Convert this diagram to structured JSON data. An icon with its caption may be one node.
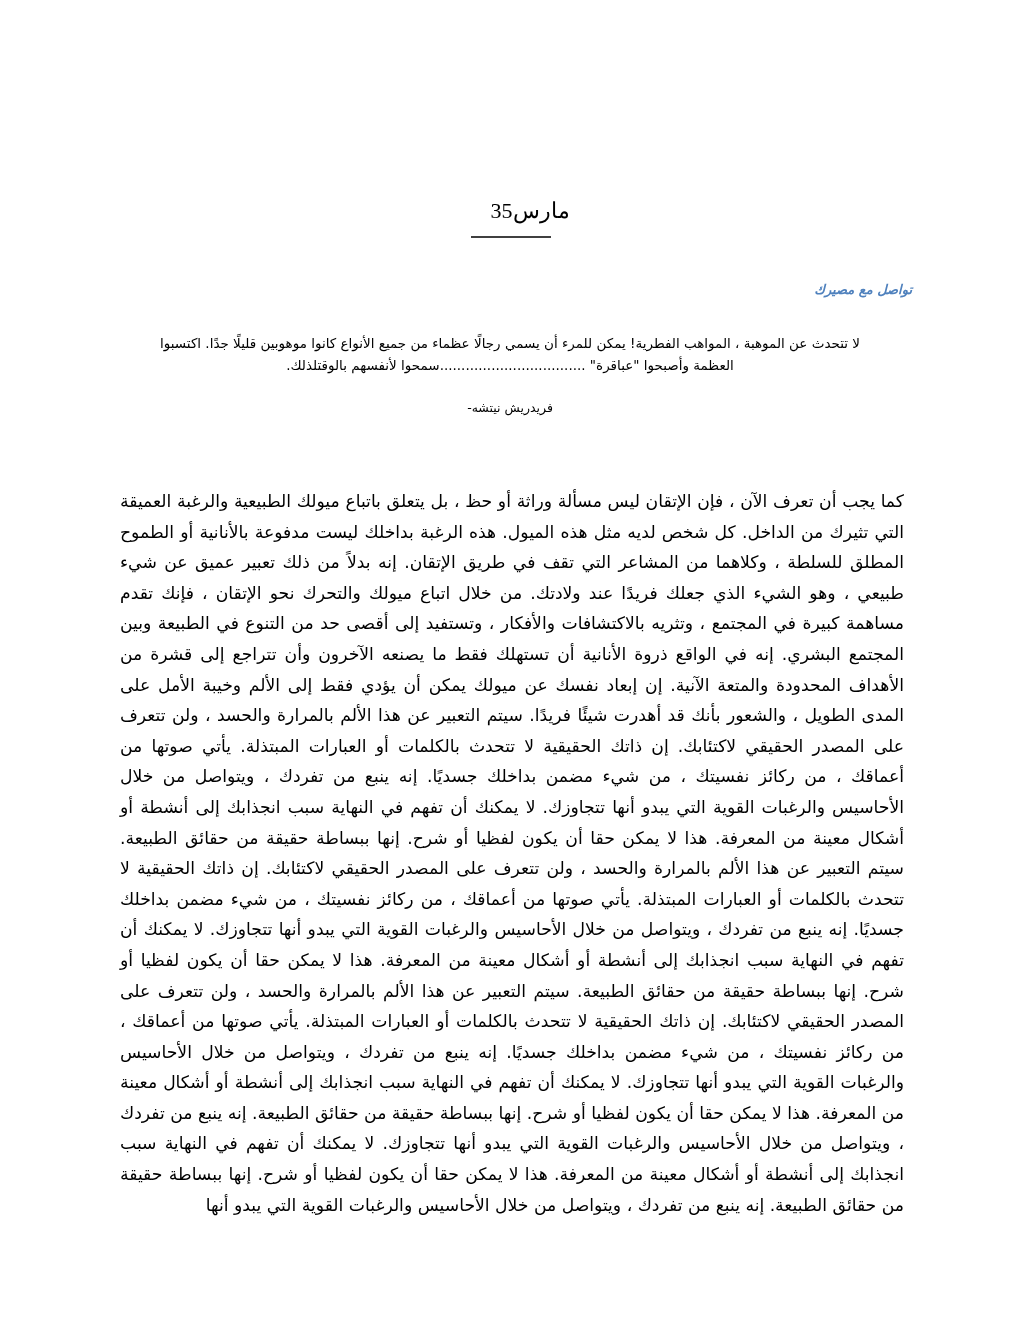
{
  "diagram": {
    "title": "مارس35",
    "labels": [
      "تواصل مع مصيرك",
      "لا تتحدث عن الموهبة ، المواهب الفطرية! يمكن للمرء أن يسمي رجالًا عظماء من جميع الأنواع كانوا موهوبين قليلًا جدًا. اكتسبوا العظمة وأصبحوا \"عباقرة\" ..................................سمحوا لأنفسهم بالوقتلذلك.",
      "-فريدريش نيتشه",
      "كما يجب أن تعرف الآن ، فإن الإتقان ليس مسألة وراثة أو حظ ، بل يتعلق باتباع ميولك الطبيعية والرغبة العميقة التي تثيرك من الداخل. كل شخص لديه مثل هذه الميول. هذه الرغبة بداخلك ليست مدفوعة بالأنانية أو الطموح المطلق للسلطة ، وكلاهما من المشاعر التي تقف في طريق الإتقان. إنه بدلاً من ذلك تعبير عميق عن شيء طبيعي ، وهو الشيء الذي جعلك فريدًا عند ولادتك. من خلال اتباع ميولك والتحرك نحو الإتقان ، فإنك تقدم مساهمة كبيرة في المجتمع ، وتثريه بالاكتشافات والأفكار ، وتستفيد إلى أقصى حد من التنوع في الطبيعة وبين المجتمع البشري. إنه في الواقع ذروة الأنانية أن تستهلك فقط ما يصنعه الآخرون وأن تتراجع إلى قشرة من الأهداف المحدودة والمتعة الآنية. إن إبعاد نفسك عن ميولك يمكن أن يؤدي فقط إلى الألم وخيبة الأمل على المدى الطويل ، والشعور بأنك قد أهدرت شيئًا فريدًا. سيتم التعبير عن هذا الألم بالمرارة والحسد ، ولن تتعرف على المصدر الحقيقي لاكتئابك. إن ذاتك الحقيقية لا تتحدث بالكلمات أو العبارات المبتذلة. يأتي صوتها من أعماقك ، من ركائز نفسيتك ، من شيء مضمن بداخلك جسديًا. إنه ينبع من تفردك ، ويتواصل من خلال الأحاسيس والرغبات القوية التي يبدو أنها تتجاوزك. لا يمكنك أن تفهم في النهاية سبب انجذابك إلى أنشطة أو أشكال معينة من المعرفة. هذا لا يمكن حقا أن يكون لفظيا أو شرح. إنها ببساطة حقيقة من حقائق الطبيعة. سيتم التعبير عن هذا الألم بالمرارة والحسد ، ولن تتعرف على المصدر الحقيقي لاكتئابك. إن ذاتك الحقيقية لا تتحدث بالكلمات أو العبارات المبتذلة. يأتي صوتها من أعماقك ، من ركائز نفسيتك ، من شيء مضمن بداخلك جسديًا. إنه ينبع من تفردك ، ويتواصل من خلال الأحاسيس والرغبات القوية التي يبدو أنها تتجاوزك. لا يمكنك أن تفهم في النهاية سبب انجذابك إلى أنشطة أو أشكال معينة من المعرفة. هذا لا يمكن حقا أن يكون لفظيا أو شرح. إنها ببساطة حقيقة من حقائق الطبيعة. سيتم التعبير عن هذا الألم بالمرارة والحسد ، ولن تتعرف على المصدر الحقيقي لاكتئابك. إن ذاتك الحقيقية لا تتحدث بالكلمات أو العبارات المبتذلة. يأتي صوتها من أعماقك ، من ركائز نفسيتك ، من شيء مضمن بداخلك جسديًا. إنه ينبع من تفردك ، ويتواصل من خلال الأحاسيس والرغبات القوية التي يبدو أنها تتجاوزك. لا يمكنك أن تفهم في النهاية سبب انجذابك إلى أنشطة أو أشكال معينة من المعرفة. هذا لا يمكن حقا أن يكون لفظيا أو شرح. إنها ببساطة حقيقة من حقائق الطبيعة. إنه ينبع من تفردك ، ويتواصل من خلال الأحاسيس والرغبات القوية التي يبدو أنها تتجاوزك. لا يمكنك أن تفهم في النهاية سبب انجذابك إلى أنشطة أو أشكال معينة من المعرفة. هذا لا يمكن حقا أن يكون لفظيا أو شرح. إنها ببساطة حقيقة من حقائق الطبيعة. إنه ينبع من تفردك ، ويتواصل من خلال الأحاسيس والرغبات القوية التي يبدو أنها"
    ]
  }
}
